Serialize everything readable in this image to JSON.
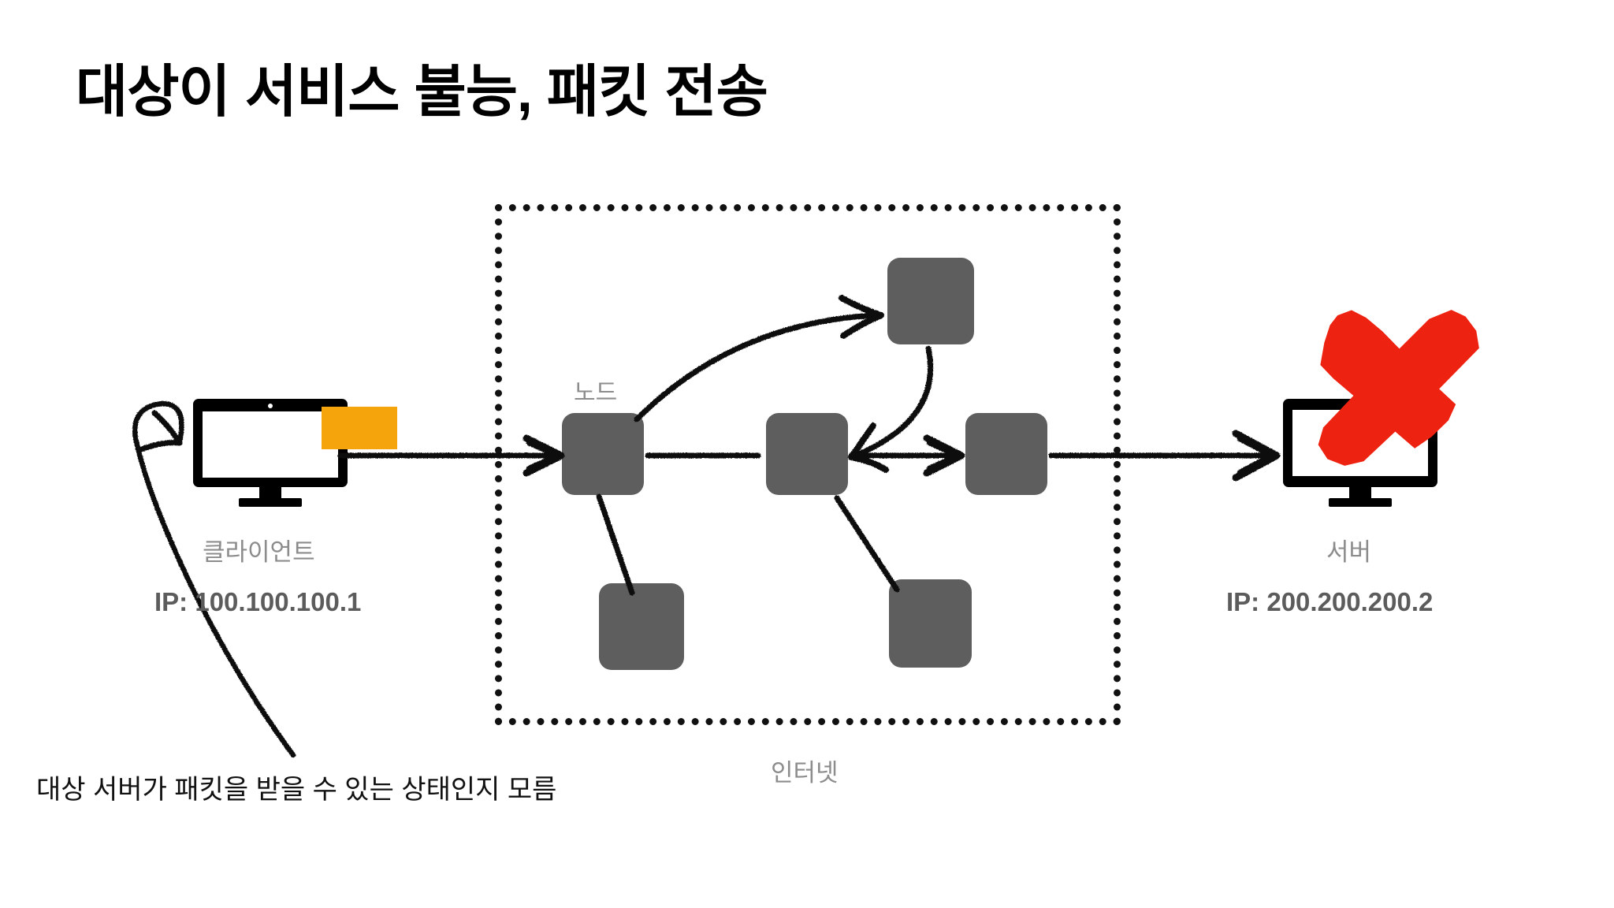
{
  "slide": {
    "title": "대상이 서비스 불능, 패킷 전송",
    "background_color": "#ffffff"
  },
  "colors": {
    "title_text": "#000000",
    "node_fill": "#5e5e5e",
    "label_gray": "#8c8c8c",
    "ip_gray": "#5c5c5c",
    "accent_orange": "#f5a50b",
    "error_red": "#ee2211",
    "stroke_black": "#111111"
  },
  "client": {
    "label": "클라이언트",
    "ip": "IP: 100.100.100.1",
    "icon": "desktop-monitor-icon",
    "tag_color": "#f5a50b"
  },
  "server": {
    "label": "서버",
    "ip": "IP: 200.200.200.2",
    "icon": "desktop-monitor-icon",
    "status": "unreachable",
    "status_mark": "red-cross-x"
  },
  "internet": {
    "label": "인터넷",
    "border_style": "dotted",
    "node_label": "노드",
    "nodes": [
      {
        "id": "node-entry",
        "name": "노드"
      },
      {
        "id": "node-top",
        "name": ""
      },
      {
        "id": "node-middle",
        "name": ""
      },
      {
        "id": "node-exit",
        "name": ""
      },
      {
        "id": "node-lower-left",
        "name": ""
      },
      {
        "id": "node-lower-right",
        "name": ""
      }
    ]
  },
  "annotation": {
    "note": "대상 서버가 패킷을 받을 수 있는 상태인지 모름",
    "pointer": "curved-arrow-to-client"
  },
  "flow": {
    "direction": "client-to-server",
    "arrows": [
      "client-to-internet",
      "entry-node-to-top-node",
      "top-node-to-middle-node",
      "entry-node-to-middle-node",
      "middle-node-to-exit-node",
      "internet-to-server"
    ]
  }
}
